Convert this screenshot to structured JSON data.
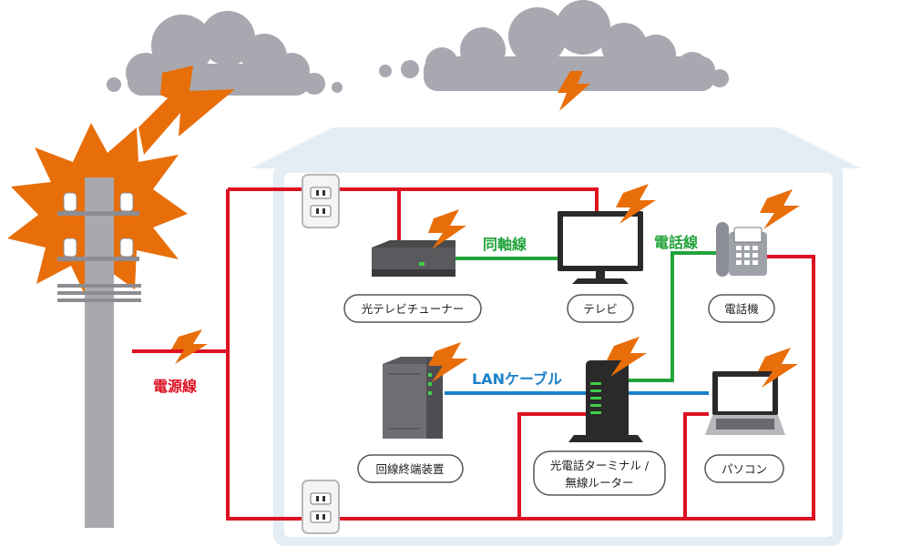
{
  "colors": {
    "power": "#dd1122",
    "coax": "#22a33a",
    "phone": "#22a33a",
    "lan": "#1a80c8",
    "lightning": "#e86e0a",
    "cloud": "#a8a8b0",
    "house": "#e4edf3",
    "pole": "#a9a9ad"
  },
  "lines": {
    "coax_label": "同軸線",
    "phone_line_label": "電話線",
    "lan_label": "LANケーブル",
    "power_label": "電源線"
  },
  "devices": {
    "tv_tuner": "光テレビチューナー",
    "tv": "テレビ",
    "telephone": "電話機",
    "line_terminal": "回線終端装置",
    "router_line1": "光電話ターミナル /",
    "router_line2": "無線ルーター",
    "pc": "パソコン"
  }
}
